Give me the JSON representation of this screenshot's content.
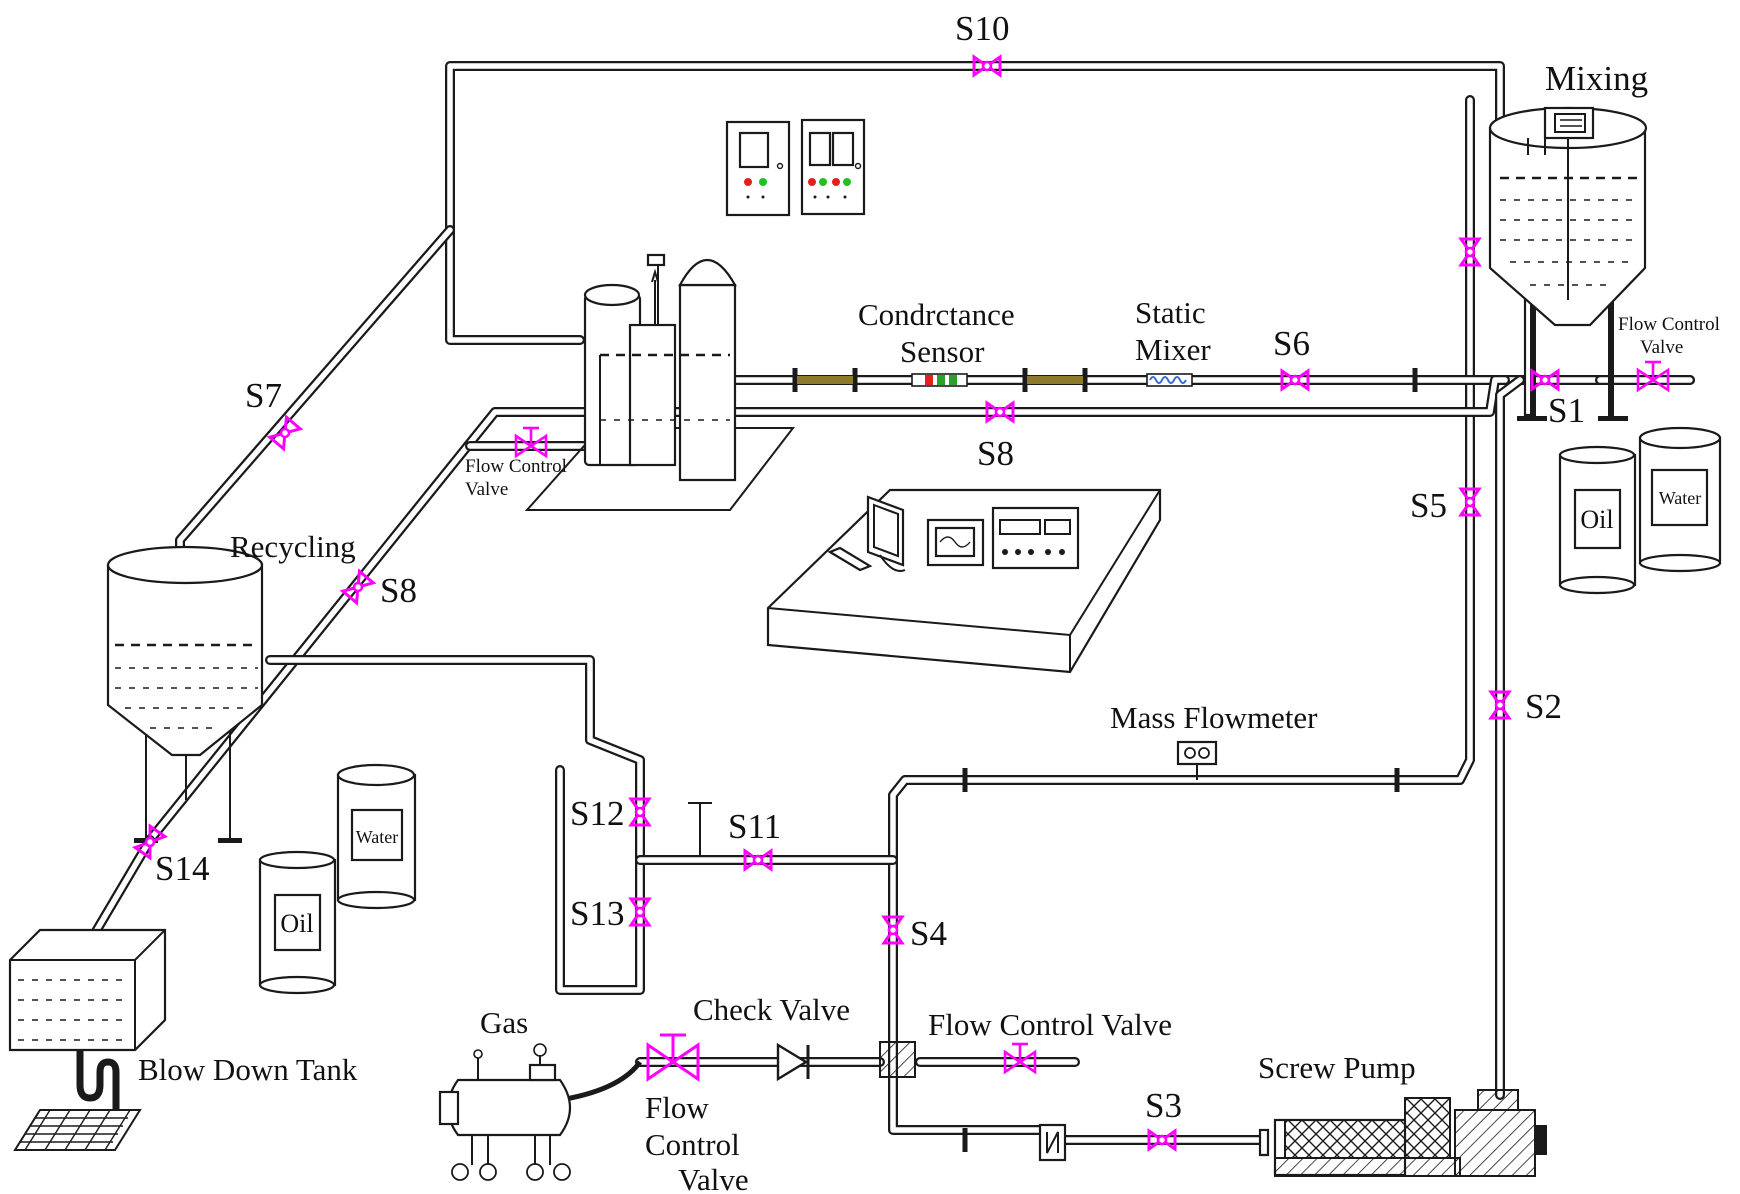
{
  "labels": {
    "mixing": "Mixing",
    "recycling": "Recycling",
    "blow_down_tank": "Blow Down Tank",
    "conductance_sensor_1": "Condrctance",
    "conductance_sensor_2": "Sensor",
    "static_mixer_1": "Static",
    "static_mixer_2": "Mixer",
    "mass_flowmeter": "Mass Flowmeter",
    "check_valve": "Check Valve",
    "flow_control_valve_inline": "Flow Control Valve",
    "flow_control_valve_gas_1": "Flow",
    "flow_control_valve_gas_2": "Control",
    "flow_control_valve_gas_3": "Valve",
    "flow_control_valve_right_1": "Flow Control",
    "flow_control_valve_right_2": "Valve",
    "flow_control_valve_sep_1": "Flow Control",
    "flow_control_valve_sep_2": "Valve",
    "gas": "Gas",
    "screw_pump": "Screw Pump",
    "drum_oil": "Oil",
    "drum_water": "Water"
  },
  "valves": {
    "s1": "S1",
    "s2": "S2",
    "s3": "S3",
    "s4": "S4",
    "s5": "S5",
    "s6": "S6",
    "s7": "S7",
    "s8_top": "S8",
    "s8_left": "S8",
    "s10": "S10",
    "s11": "S11",
    "s12": "S12",
    "s13": "S13",
    "s14": "S14"
  },
  "colors": {
    "valve": "#ff00ff",
    "line": "#1a1a1a",
    "sensor_green": "#2ca02c",
    "sensor_red": "#e0221d",
    "static_mixer": "#3a6fd8",
    "pipe_section": "#8a7a2a",
    "lamp_red": "#e0221d",
    "lamp_green": "#22c022"
  }
}
